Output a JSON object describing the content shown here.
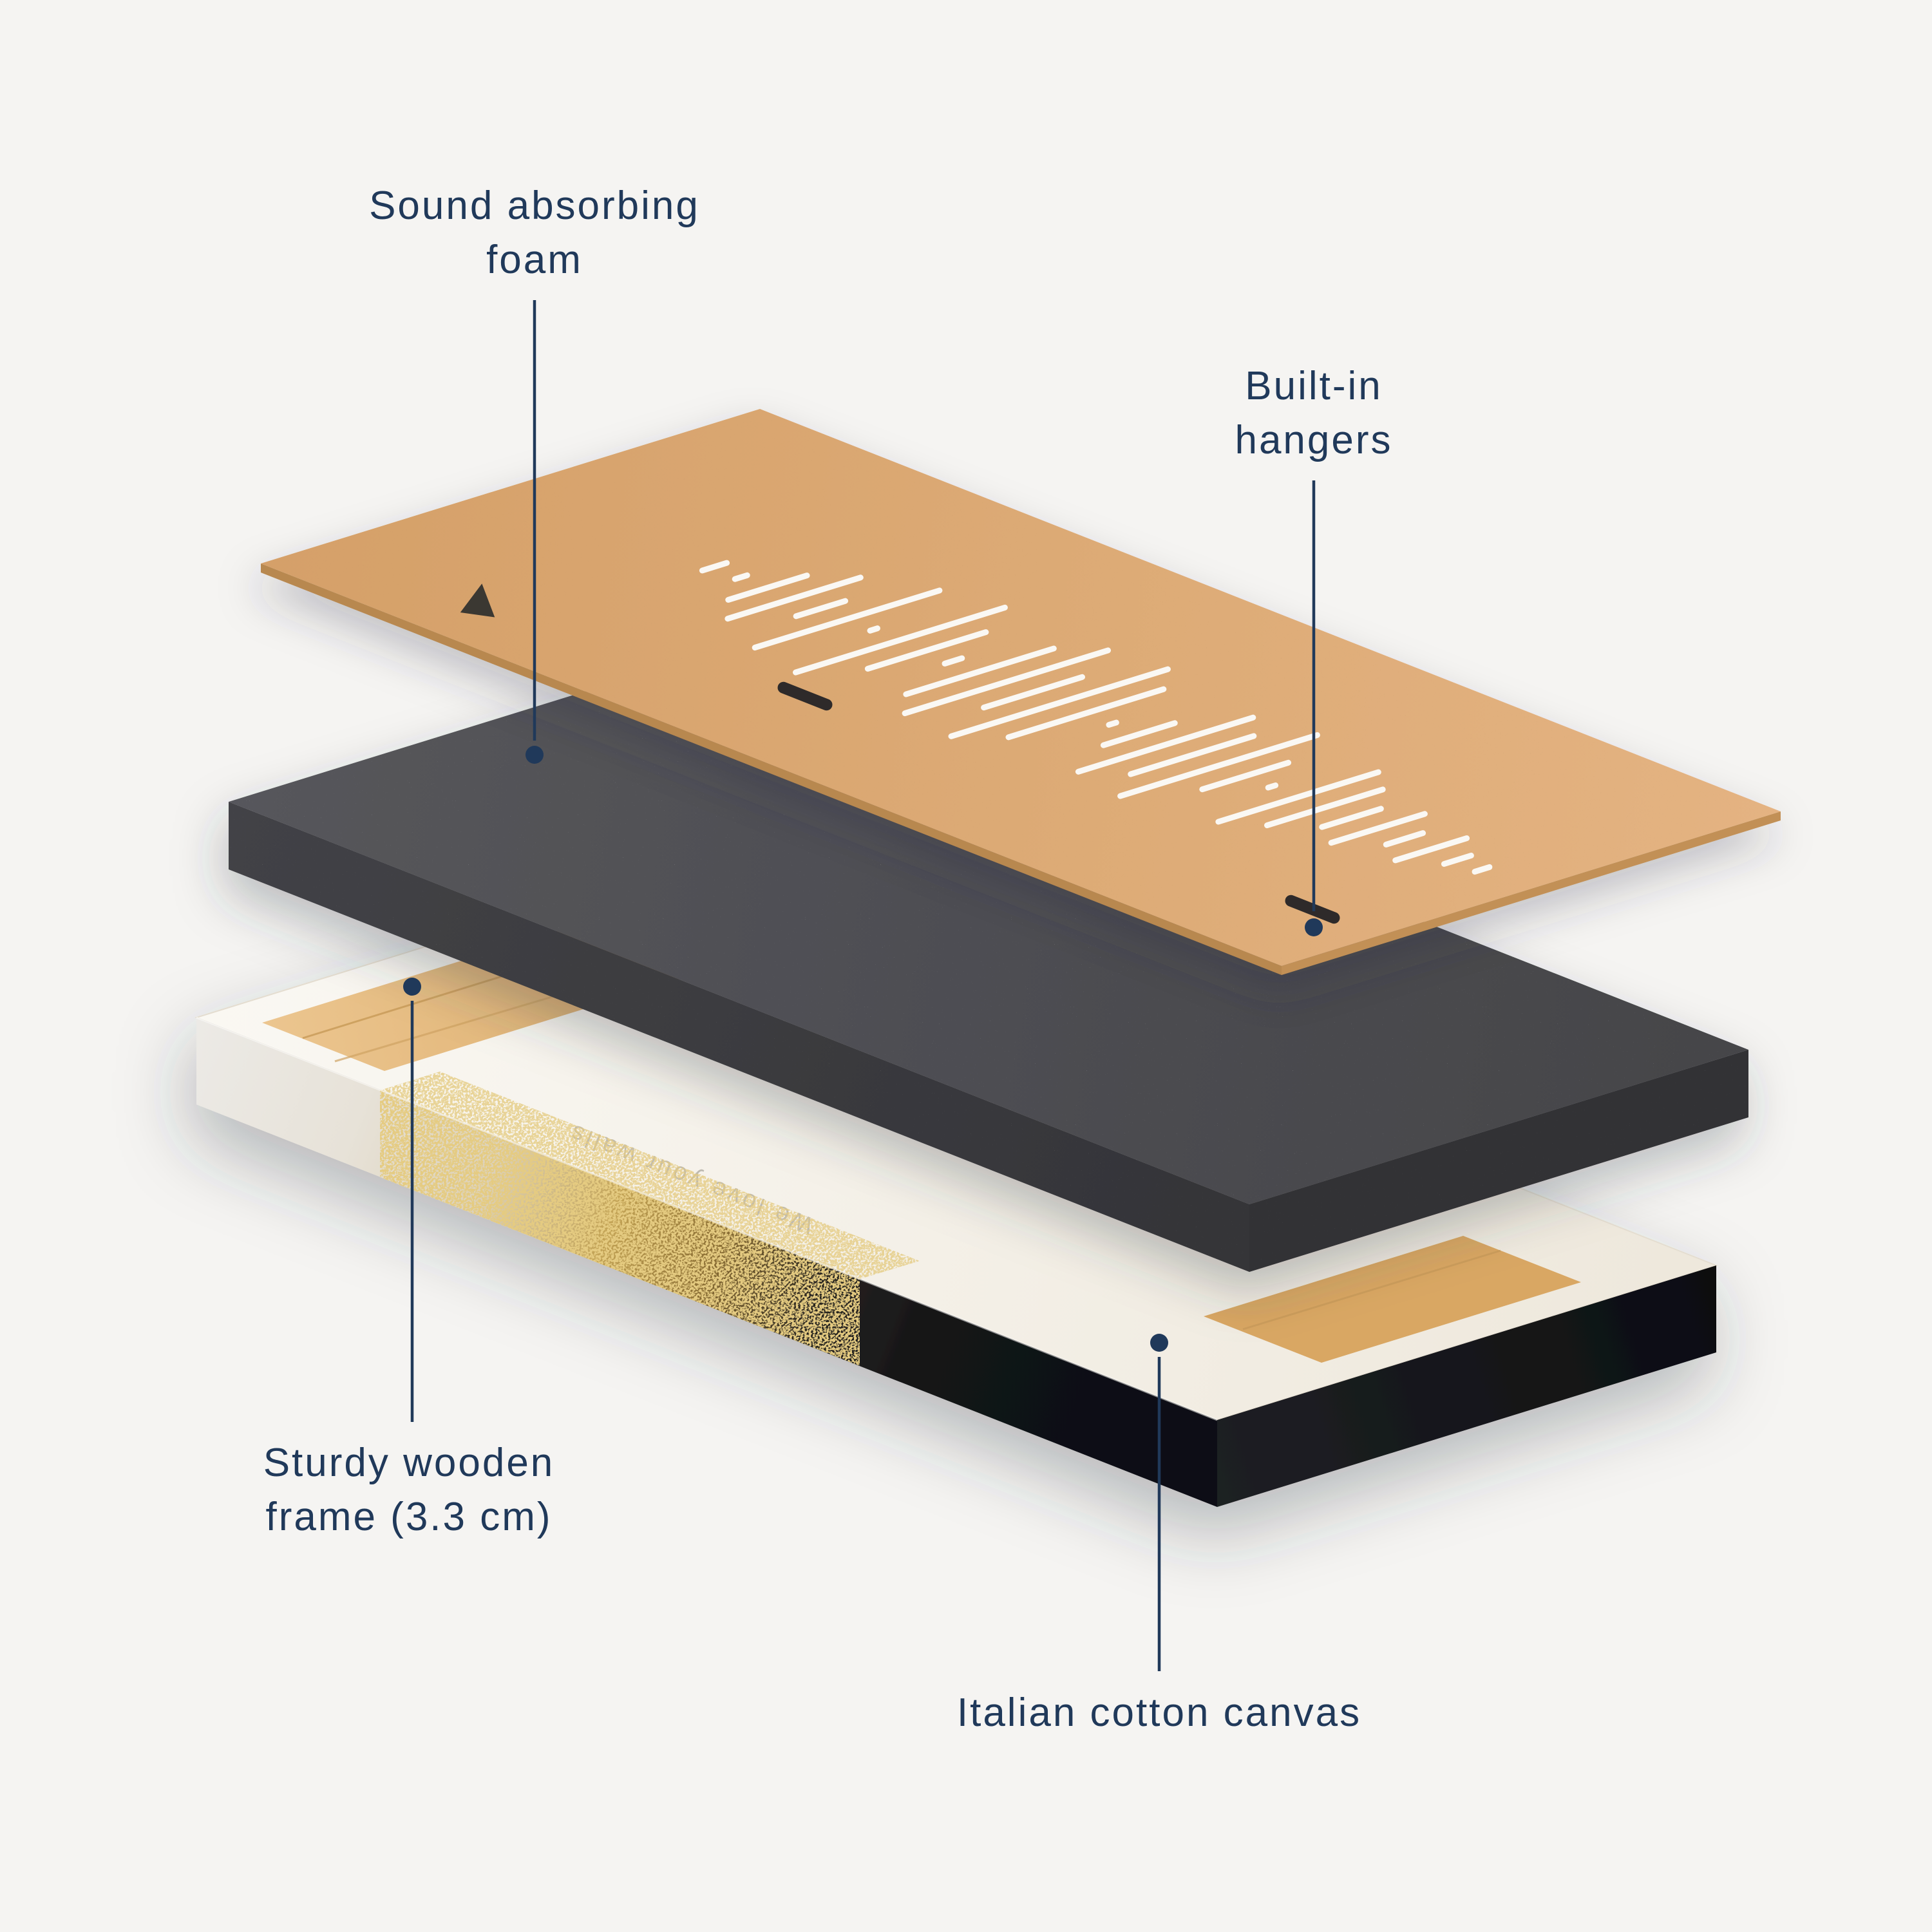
{
  "labels": {
    "foam": {
      "line1": "Sound absorbing",
      "line2": "foam"
    },
    "hangers": {
      "line1": "Built-in",
      "line2": "hangers"
    },
    "frame": {
      "line1": "Sturdy wooden",
      "line2": "frame (3.3 cm)"
    },
    "canvas": {
      "line1": "Italian cotton canvas"
    }
  },
  "canvas_back_print": "We love your walls",
  "colors": {
    "background": "#f5f4f2",
    "label_text": "#20395a",
    "label_line": "#20395a",
    "board": "#dcaa74",
    "board_edge": "#b8884f",
    "slot": "#faf8f4",
    "hanger_slot": "#2e2c29",
    "foam_top": "#4f4f52",
    "foam_front": "#3b3b3e",
    "foam_side": "#323235",
    "canvas_top": "#f8f5ef",
    "wood": "#e3b87e",
    "art_gold": "#c49b45",
    "art_black": "#15161a"
  },
  "soundwave": {
    "bars": [
      {
        "p": 0.2,
        "h": 20
      },
      {
        "p": 0.226,
        "h": 10
      },
      {
        "p": 0.252,
        "h": 64
      },
      {
        "p": 0.278,
        "h": 108
      },
      {
        "p": 0.304,
        "h": 40
      },
      {
        "p": 0.33,
        "h": 150
      },
      {
        "p": 0.356,
        "h": 6
      },
      {
        "p": 0.382,
        "h": 170
      },
      {
        "p": 0.408,
        "h": 96
      },
      {
        "p": 0.434,
        "h": 14
      },
      {
        "p": 0.46,
        "h": 120
      },
      {
        "p": 0.486,
        "h": 165
      },
      {
        "p": 0.512,
        "h": 80
      },
      {
        "p": 0.538,
        "h": 176
      },
      {
        "p": 0.564,
        "h": 126
      },
      {
        "p": 0.59,
        "h": 6
      },
      {
        "p": 0.616,
        "h": 58
      },
      {
        "p": 0.642,
        "h": 142
      },
      {
        "p": 0.668,
        "h": 100
      },
      {
        "p": 0.694,
        "h": 160
      },
      {
        "p": 0.72,
        "h": 70
      },
      {
        "p": 0.746,
        "h": 6
      },
      {
        "p": 0.772,
        "h": 130
      },
      {
        "p": 0.798,
        "h": 94
      },
      {
        "p": 0.824,
        "h": 48
      },
      {
        "p": 0.85,
        "h": 76
      },
      {
        "p": 0.876,
        "h": 30
      },
      {
        "p": 0.902,
        "h": 58
      },
      {
        "p": 0.928,
        "h": 22
      },
      {
        "p": 0.952,
        "h": 12
      }
    ]
  }
}
